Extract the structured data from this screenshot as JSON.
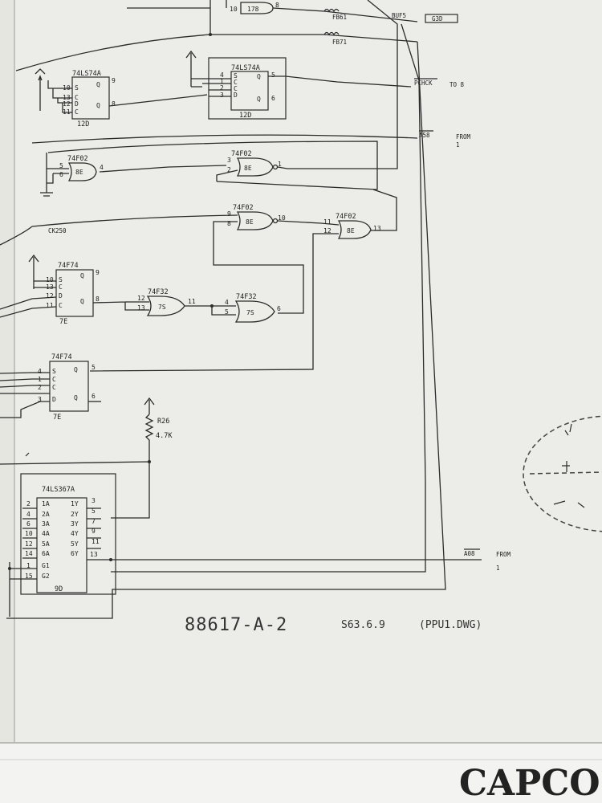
{
  "top": {
    "pin_10": "10",
    "ic_178": "178",
    "pin_8": "8",
    "fb61": "FB61",
    "fb71": "FB71",
    "buf": "BUF5",
    "box": "G3D"
  },
  "u12a": {
    "part": "74LS74A",
    "ref": "12D",
    "pins": [
      "10",
      "13",
      "12",
      "11",
      "9",
      "8"
    ],
    "labels": [
      "S",
      "C",
      "D",
      "C",
      "Q",
      "Q"
    ]
  },
  "u12b": {
    "part": "74LS74A",
    "ref": "12D",
    "pins": [
      "4",
      "1",
      "2",
      "3",
      "5",
      "6"
    ],
    "labels": [
      "S",
      "C",
      "C",
      "D",
      "Q",
      "Q"
    ]
  },
  "pchck": {
    "name": "PCHCK",
    "dest": "TO 8"
  },
  "a58": {
    "name": "A58",
    "from": "FROM",
    "sheet": "1"
  },
  "g1": {
    "part": "74F02",
    "ref": "8E",
    "in": [
      "5",
      "6"
    ],
    "out": "4"
  },
  "g2": {
    "part": "74F02",
    "ref": "8E",
    "in": [
      "3",
      "2"
    ],
    "out": "1"
  },
  "g3": {
    "part": "74F02",
    "ref": "8E",
    "in": [
      "9",
      "8"
    ],
    "out": "10"
  },
  "g4": {
    "part": "74F02",
    "ref": "8E",
    "in": [
      "11",
      "12"
    ],
    "out": "13"
  },
  "ck250": "CK250",
  "u7e_a": {
    "part": "74F74",
    "ref": "7E",
    "pins": [
      "10",
      "13",
      "12",
      "11",
      "9",
      "8"
    ],
    "labels": [
      "S",
      "C",
      "D",
      "C",
      "Q",
      "Q"
    ]
  },
  "o1": {
    "part": "74F32",
    "ref": "7S",
    "in": [
      "12",
      "13"
    ],
    "out": "11"
  },
  "o2": {
    "part": "74F32",
    "ref": "7S",
    "in": [
      "4",
      "5"
    ],
    "out": "6"
  },
  "u7e_b": {
    "part": "74F74",
    "ref": "7E",
    "pins": [
      "4",
      "1",
      "2",
      "3",
      "5",
      "6"
    ],
    "labels": [
      "S",
      "C",
      "C",
      "D",
      "Q",
      "Q"
    ]
  },
  "r26": {
    "ref": "R26",
    "value": "4.7K"
  },
  "u9d": {
    "part": "74LS367A",
    "ref": "9D",
    "lpins": [
      "2",
      "4",
      "6",
      "10",
      "12",
      "14",
      "1",
      "15"
    ],
    "llabels": [
      "1A",
      "2A",
      "3A",
      "4A",
      "5A",
      "6A",
      "G1",
      "G2"
    ],
    "rpins": [
      "3",
      "5",
      "7",
      "9",
      "11",
      "13"
    ],
    "rlabels": [
      "1Y",
      "2Y",
      "3Y",
      "4Y",
      "5Y",
      "6Y"
    ]
  },
  "a08": {
    "name": "A08",
    "from": "FROM",
    "sheet": "1"
  },
  "footer": {
    "drawing_no": "88617-A-2",
    "date": "S63.6.9",
    "file": "(PPU1.DWG)"
  },
  "bottom_text": "CAPCO"
}
